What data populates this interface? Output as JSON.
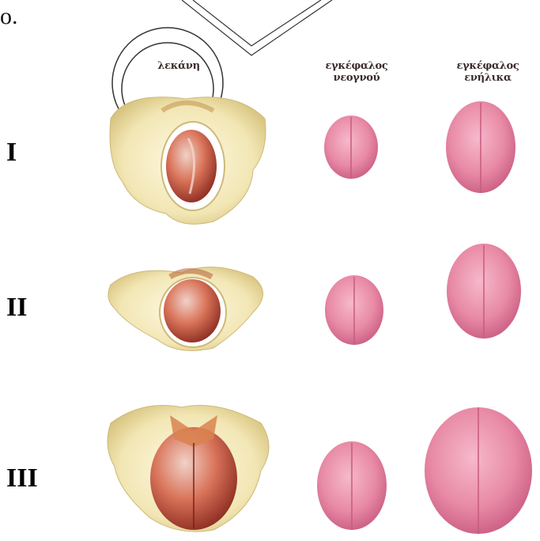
{
  "partial_text": "ο.",
  "headers": {
    "pelvis": "λεκάνη",
    "newborn_brain_line1": "εγκέφαλος",
    "newborn_brain_line2": "νεογνού",
    "adult_brain_line1": "εγκέφαλος",
    "adult_brain_line2": "ενήλικα"
  },
  "rows": [
    {
      "label": "I"
    },
    {
      "label": "II"
    },
    {
      "label": "III"
    }
  ],
  "colors": {
    "brain": "#e88aa6",
    "brain_dark": "#c85a80",
    "bone": "#f3e7b6",
    "bone_dark": "#c9b46a",
    "head": "#c8543a"
  }
}
